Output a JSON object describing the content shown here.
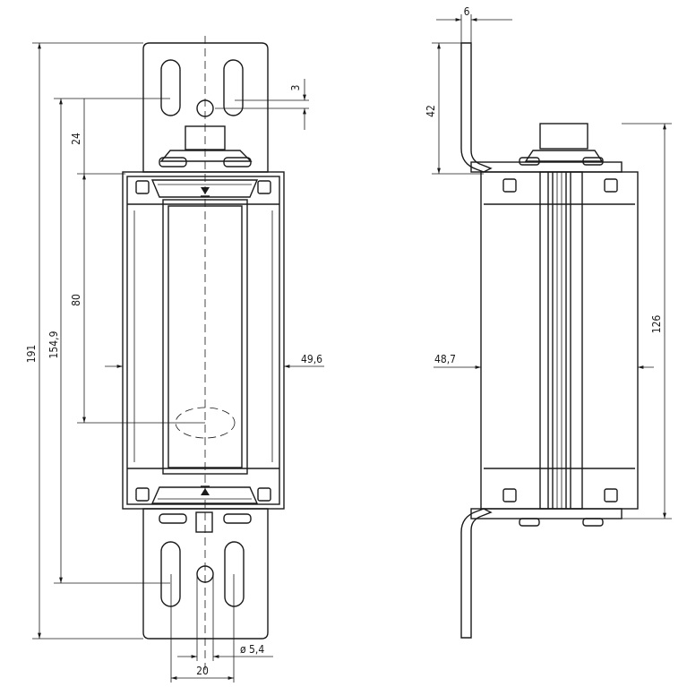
{
  "dimensions": {
    "front_overall_height": "191",
    "front_contact_height": "154,9",
    "front_to_hole": "80",
    "front_slot_spacing": "24",
    "front_hole_offset": "3",
    "front_body_width": "49,6",
    "front_hole_pitch": "20",
    "front_hole_diameter": "ø 5,4",
    "side_tab_thickness": "6",
    "side_tab_height": "42",
    "side_body_depth": "48,7",
    "side_body_height": "126"
  },
  "symbols": {
    "indicator_marker": "triangle-indicator-icon",
    "line_color": "#1a1a1a",
    "background": "#ffffff"
  }
}
